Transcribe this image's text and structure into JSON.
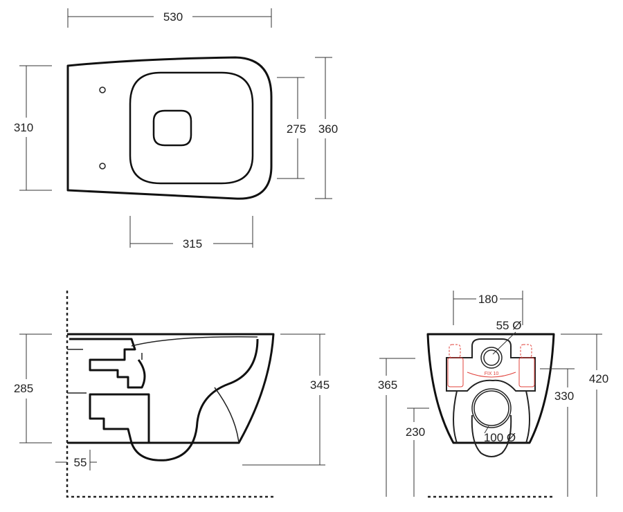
{
  "top_view": {
    "width_overall": "530",
    "depth_left": "310",
    "seat_depth": "275",
    "depth_overall": "360",
    "seat_width": "315"
  },
  "side_view": {
    "height_bowl": "285",
    "height_overall": "345",
    "wall_gap": "55"
  },
  "front_view": {
    "bolt_spacing": "180",
    "inlet_diameter": "55 Ø",
    "inlet_height": "365",
    "outlet_height": "230",
    "bracket_height": "330",
    "top_height": "420",
    "outlet_diameter": "100 Ø",
    "fixing_note": "FIX 10"
  },
  "colors": {
    "line": "#111111",
    "fixing": "#e0403a"
  }
}
